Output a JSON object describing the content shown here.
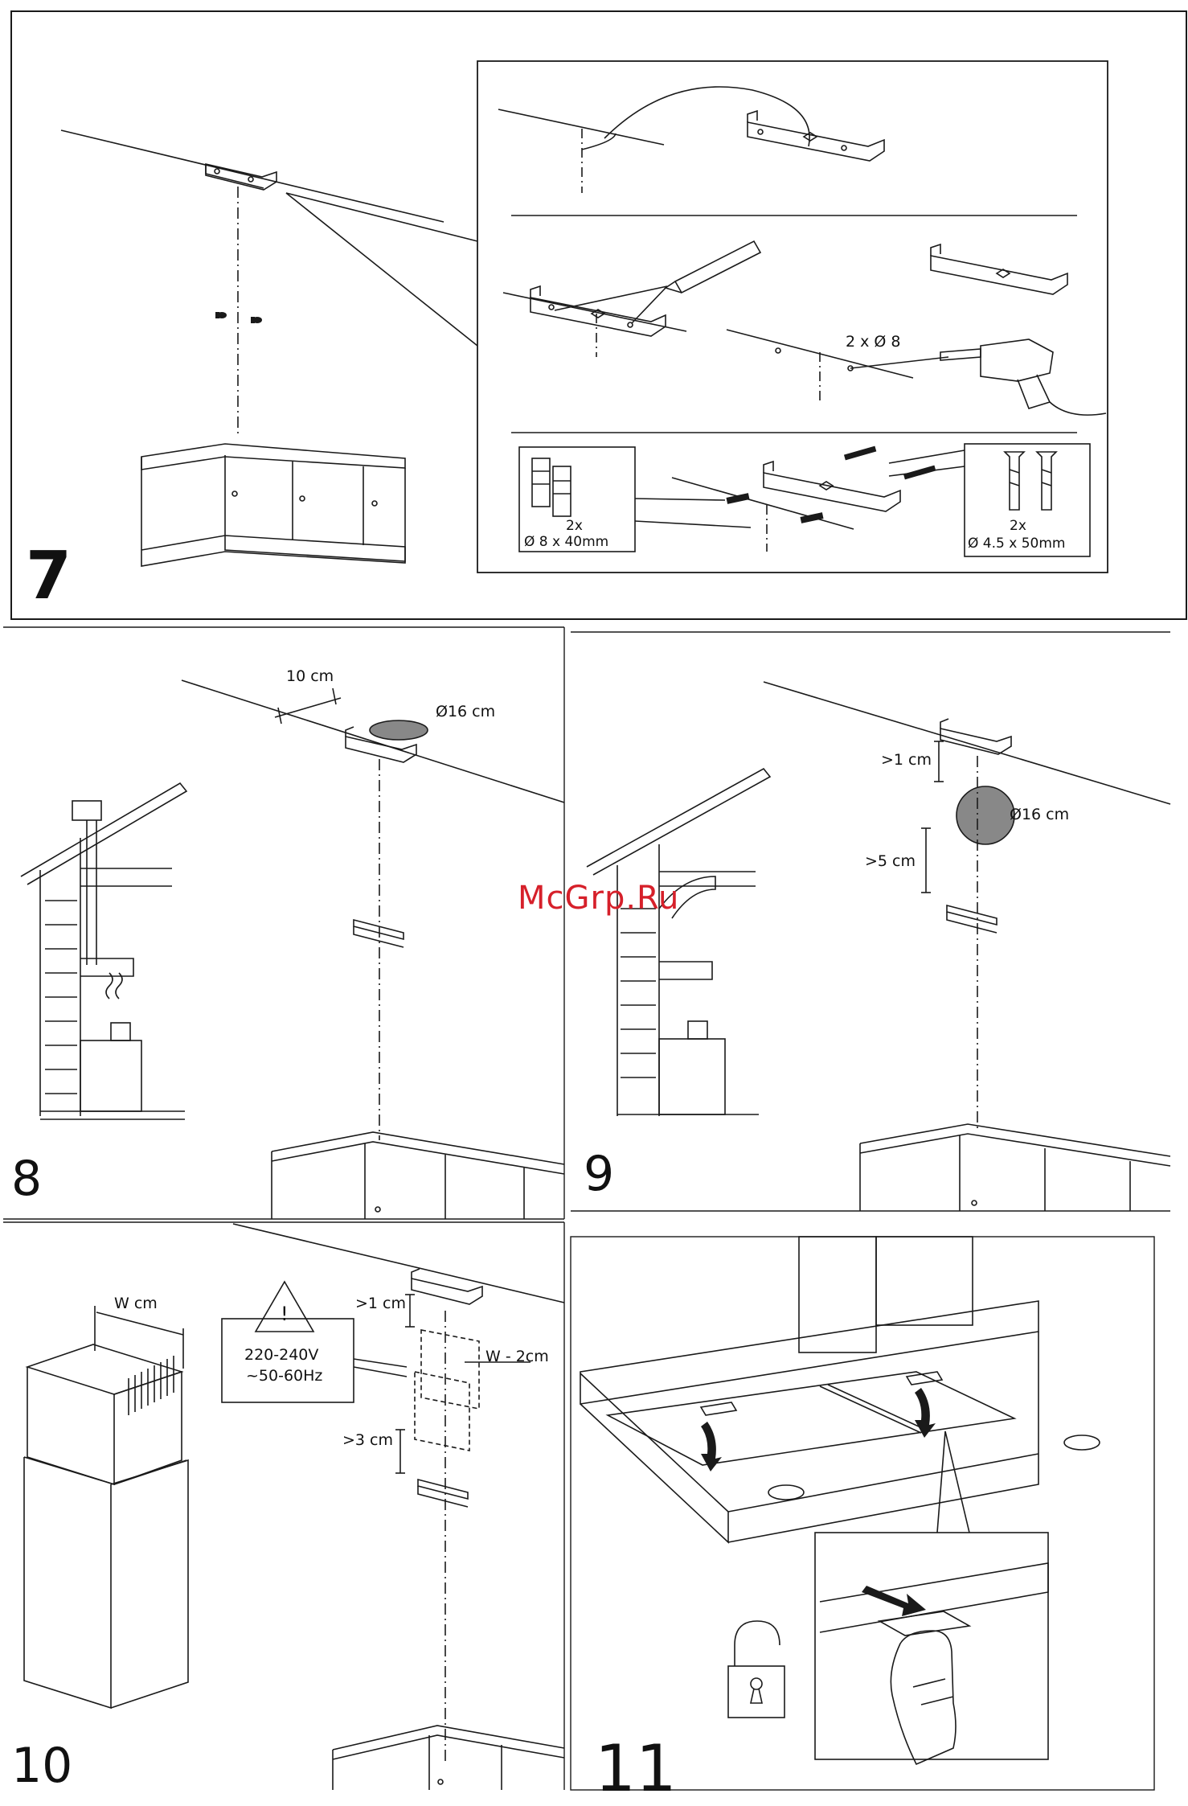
{
  "steps": {
    "s7": "7",
    "s8": "8",
    "s9": "9",
    "s10": "10",
    "s11": "11"
  },
  "labels": {
    "drill_holes": "2 x Ø 8",
    "plugs_qty": "2x",
    "plugs_size": "Ø 8 x 40mm",
    "screws_qty": "2x",
    "screws_size": "Ø 4.5 x 50mm",
    "offset_10": "10 cm",
    "duct_d16_a": "Ø16 cm",
    "gap_1_a": ">1 cm",
    "duct_d16_b": "Ø16 cm",
    "gap_5": ">5 cm",
    "width_w": "W cm",
    "warning_icon": "!",
    "voltage": "220-240V",
    "frequency": "~50-60Hz",
    "gap_1_b": ">1 cm",
    "width_w2": "W - 2cm",
    "gap_3": ">3 cm"
  },
  "watermark": "McGrp.Ru",
  "colors": {
    "line": "#1a1a1a",
    "watermark": "#d6202a",
    "fill": "#888888"
  }
}
